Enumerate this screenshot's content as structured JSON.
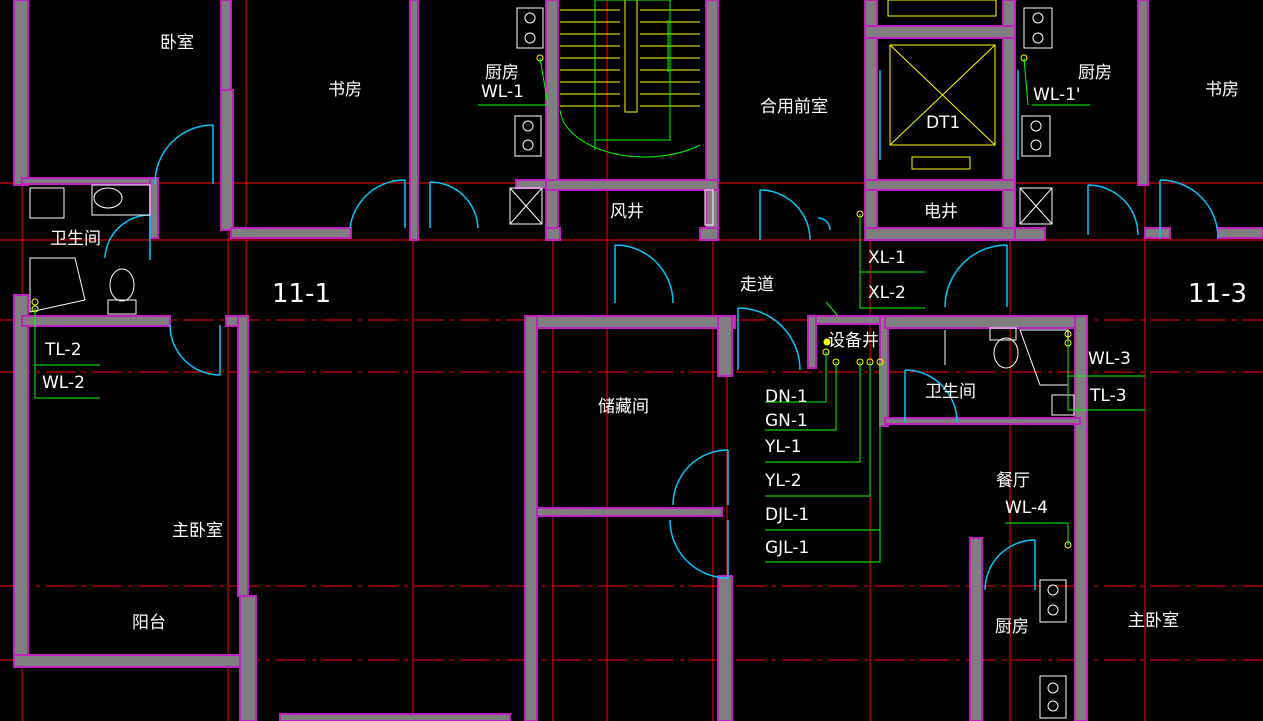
{
  "colors": {
    "background": "#000000",
    "wall_fill": "#7f7f7f",
    "wall_outline": "#c020c0",
    "axis_line": "#ff0000",
    "door_arc": "#00c8ff",
    "fixture": "#ffffff",
    "leader": "#00ff00",
    "yellow": "#ffff00"
  },
  "rooms": {
    "bedroom_tl": "卧室",
    "study_left": "书房",
    "kitchen_left": "厨房",
    "shared_lobby": "合用前室",
    "kitchen_right": "厨房",
    "study_right": "书房",
    "bathroom_left": "卫生间",
    "air_shaft": "风井",
    "elec_shaft": "电井",
    "corridor": "走道",
    "equipment_shaft": "设备井",
    "storage": "储藏间",
    "bathroom_right": "卫生间",
    "dining": "餐厅",
    "master_bedroom_left": "主卧室",
    "balcony": "阳台",
    "kitchen_bottom": "厨房",
    "master_bedroom_right": "主卧室",
    "elevator": "DT1"
  },
  "units": {
    "left": "11-1",
    "right": "11-3"
  },
  "pipes": {
    "wl1": "WL-1",
    "wl1p": "WL-1'",
    "xl1": "XL-1",
    "xl2": "XL-2",
    "tl2": "TL-2",
    "wl2": "WL-2",
    "wl3": "WL-3",
    "tl3": "TL-3",
    "wl4": "WL-4",
    "dn1": "DN-1",
    "gn1": "GN-1",
    "yl1": "YL-1",
    "yl2": "YL-2",
    "djl1": "DJL-1",
    "gjl1": "GJL-1"
  }
}
